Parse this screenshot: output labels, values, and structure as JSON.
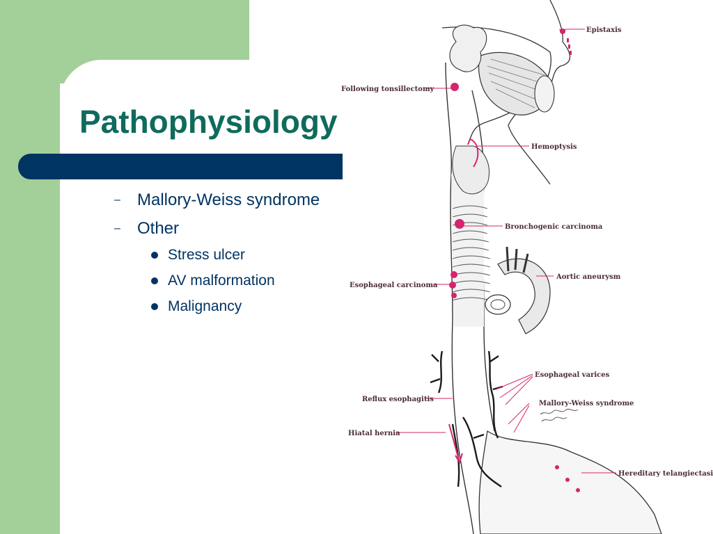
{
  "slide": {
    "title": "Pathophysiology",
    "bullets": [
      {
        "marker": "–",
        "text": "Mallory-Weiss syndrome"
      },
      {
        "marker": "–",
        "text": "Other"
      }
    ],
    "sub_bullets": [
      "Stress ulcer",
      "AV malformation",
      "Malignancy"
    ]
  },
  "diagram": {
    "labels": {
      "epistaxis": "Epistaxis",
      "tonsillectomy": "Following tonsillectomy",
      "hemoptysis": "Hemoptysis",
      "bronchogenic": "Bronchogenic carcinoma",
      "aortic": "Aortic aneurysm",
      "esophageal_carcinoma": "Esophageal carcinoma",
      "varices": "Esophageal varices",
      "reflux": "Reflux esophagitis",
      "mallory": "Mallory-Weiss syndrome",
      "hiatal": "Hiatal hernia",
      "telangiectasias": "Hereditary telangiectasias"
    }
  },
  "colors": {
    "accent_green": "#a3cf98",
    "title_teal": "#0f6b5c",
    "navy": "#003462",
    "lesion_magenta": "#d6246e"
  }
}
